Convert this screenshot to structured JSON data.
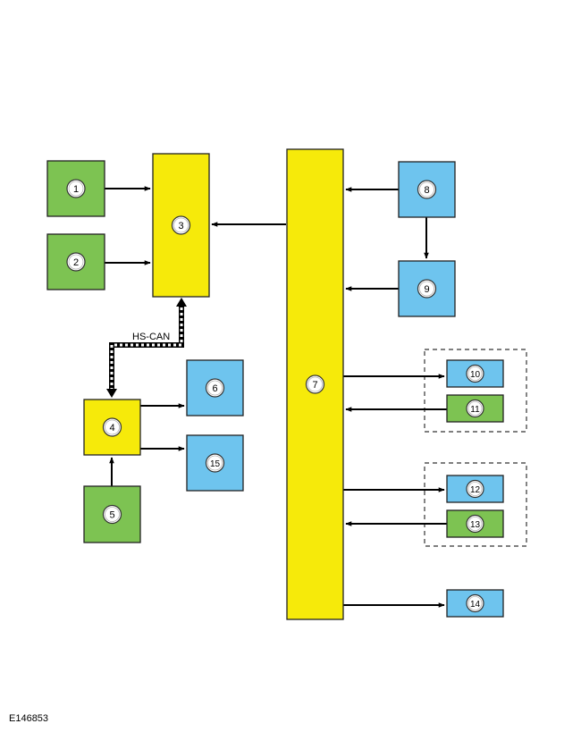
{
  "figure_ref": "E146853",
  "bus_label": "HS-CAN",
  "colors": {
    "green": "#7dc352",
    "yellow": "#f6ea0a",
    "blue": "#6ec4ee",
    "stroke": "#222222"
  },
  "blocks": [
    {
      "id": "1",
      "color": "green"
    },
    {
      "id": "2",
      "color": "green"
    },
    {
      "id": "3",
      "color": "yellow"
    },
    {
      "id": "4",
      "color": "yellow"
    },
    {
      "id": "5",
      "color": "green"
    },
    {
      "id": "6",
      "color": "blue"
    },
    {
      "id": "7",
      "color": "yellow"
    },
    {
      "id": "8",
      "color": "blue"
    },
    {
      "id": "9",
      "color": "blue"
    },
    {
      "id": "10",
      "color": "blue"
    },
    {
      "id": "11",
      "color": "green"
    },
    {
      "id": "12",
      "color": "blue"
    },
    {
      "id": "13",
      "color": "green"
    },
    {
      "id": "14",
      "color": "blue"
    },
    {
      "id": "15",
      "color": "blue"
    }
  ],
  "groups": [
    {
      "name": "group-10-11",
      "members": [
        "10",
        "11"
      ]
    },
    {
      "name": "group-12-13",
      "members": [
        "12",
        "13"
      ]
    }
  ],
  "connections": [
    {
      "from": "1",
      "to": "3"
    },
    {
      "from": "2",
      "to": "3"
    },
    {
      "from": "7",
      "to": "3"
    },
    {
      "from": "8",
      "to": "7"
    },
    {
      "from": "8",
      "to": "9"
    },
    {
      "from": "9",
      "to": "7"
    },
    {
      "from": "7",
      "to": "10"
    },
    {
      "from": "11",
      "to": "7"
    },
    {
      "from": "7",
      "to": "12"
    },
    {
      "from": "13",
      "to": "7"
    },
    {
      "from": "7",
      "to": "14"
    },
    {
      "from": "4",
      "to": "6"
    },
    {
      "from": "4",
      "to": "15"
    },
    {
      "from": "5",
      "to": "4"
    },
    {
      "from": "3",
      "to": "4",
      "type": "bus",
      "label": "HS-CAN",
      "bidirectional": true
    }
  ]
}
